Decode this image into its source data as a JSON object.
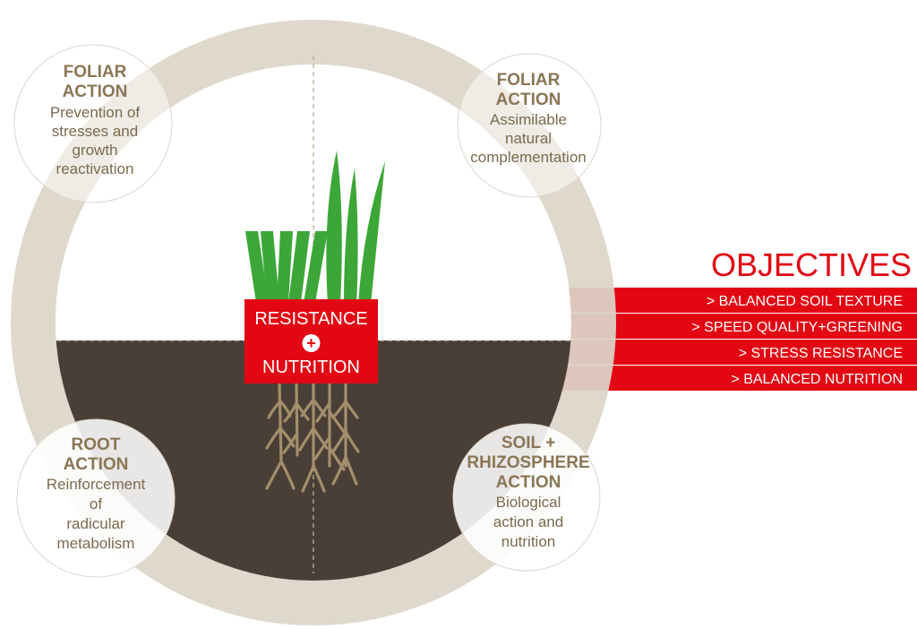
{
  "center": {
    "line1": "RESISTANCE",
    "plus": "+",
    "line2": "NUTRITION"
  },
  "bubbles": {
    "top_left": {
      "title": [
        "FOLIAR",
        "ACTION"
      ],
      "desc": [
        "Prevention of",
        "stresses and",
        "growth",
        "reactivation"
      ]
    },
    "top_right": {
      "title": [
        "FOLIAR",
        "ACTION"
      ],
      "desc": [
        "Assimilable",
        "natural",
        "complementation"
      ]
    },
    "bottom_left": {
      "title": [
        "ROOT",
        "ACTION"
      ],
      "desc": [
        "Reinforcement",
        "of",
        "radicular",
        "metabolism"
      ]
    },
    "bottom_right": {
      "title": [
        "SOIL +",
        "RHIZOSPHERE",
        "ACTION"
      ],
      "desc": [
        "Biological",
        "action and",
        "nutrition"
      ]
    }
  },
  "objectives": {
    "title": "OBJECTIVES",
    "items": [
      "> BALANCED SOIL TEXTURE",
      "> SPEED QUALITY+GREENING",
      "> STRESS RESISTANCE",
      "> BALANCED NUTRITION"
    ]
  },
  "colors": {
    "ring": "#ddd6c9",
    "soil": "#4a3f37",
    "red": "#e30613",
    "grass": "#3da639",
    "roots": "#a48e6b",
    "bubble_text": "#8a7656"
  }
}
